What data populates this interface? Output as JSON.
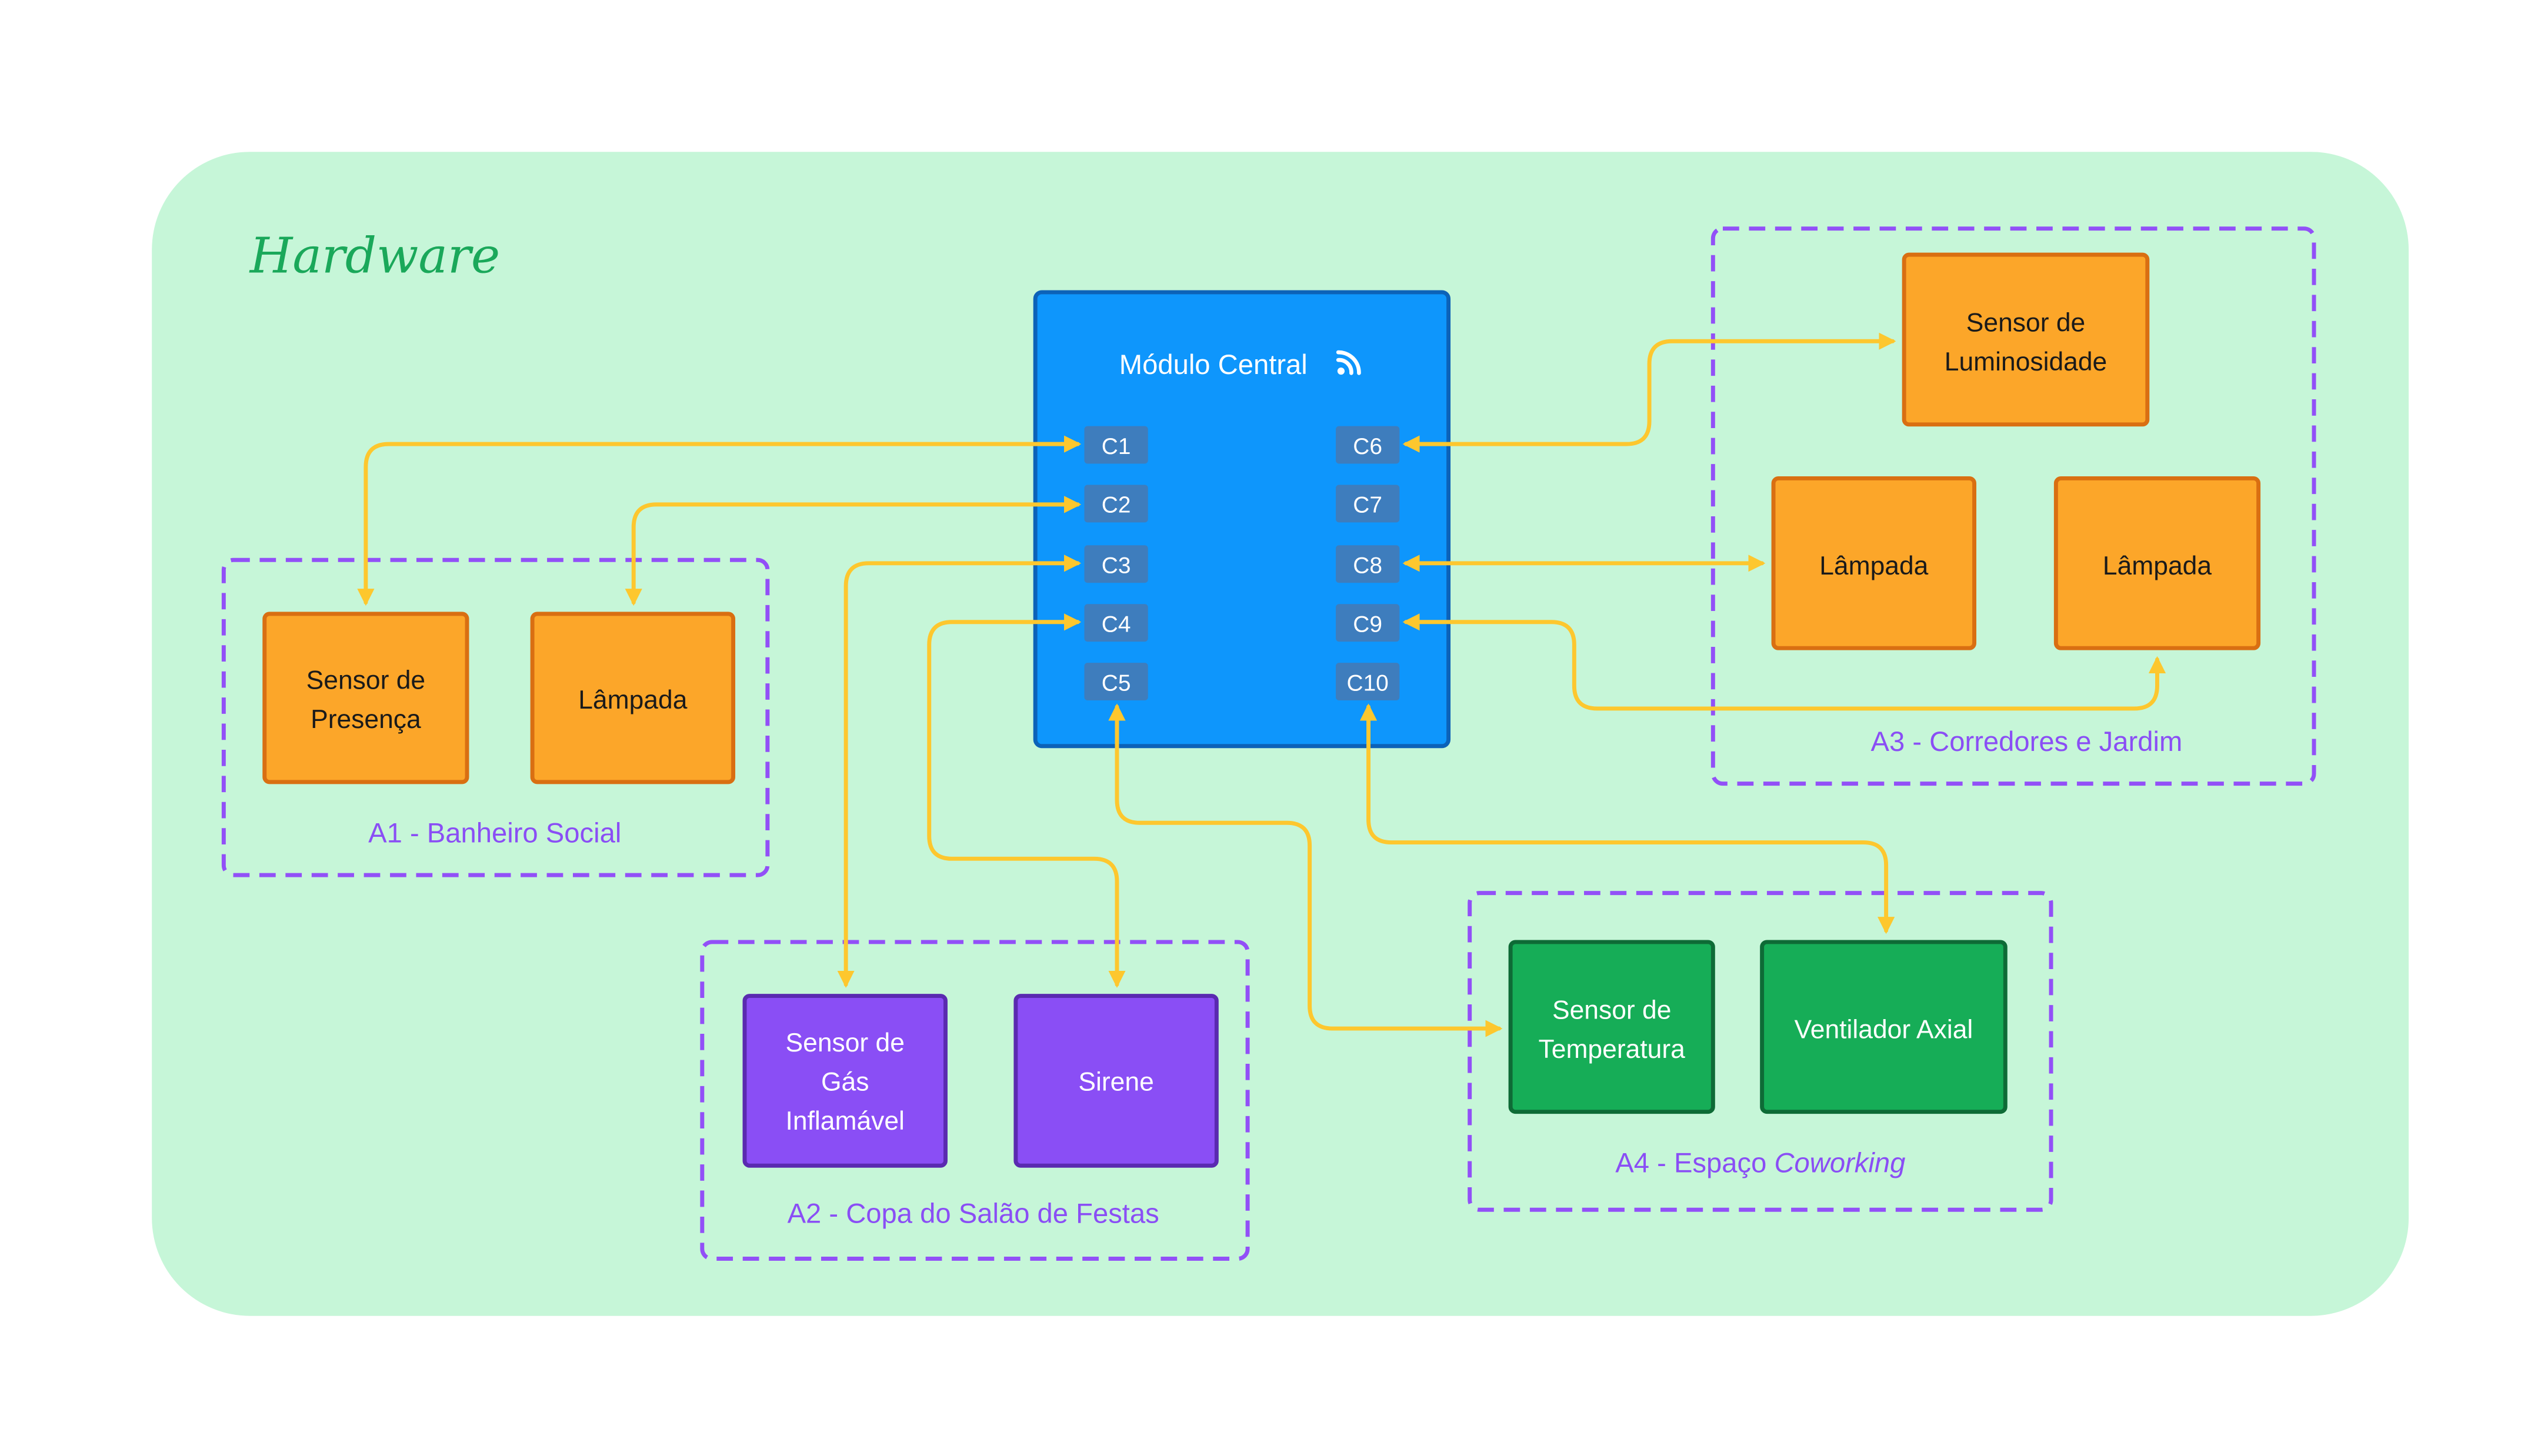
{
  "title": "Hardware",
  "colors": {
    "background_panel": "#c6f6d8",
    "title": "#1aa85a",
    "module": "#0e96fc",
    "module_border": "#0c62b8",
    "port": "#3e7dbd",
    "connector": "#fdc72e",
    "zone_border": "#9250f7",
    "zone_label": "#8a4ef5",
    "device_orange": "#fca629",
    "device_purple": "#8a4ef5",
    "device_green": "#16ad57"
  },
  "module": {
    "label": "Módulo Central",
    "icon": "rss-wifi-icon",
    "ports_left": [
      "C1",
      "C2",
      "C3",
      "C4",
      "C5"
    ],
    "ports_right": [
      "C6",
      "C7",
      "C8",
      "C9",
      "C10"
    ]
  },
  "zones": {
    "a1": {
      "label": "A1 - Banheiro Social"
    },
    "a2": {
      "label": "A2 - Copa do Salão de Festas"
    },
    "a3": {
      "label": "A3 - Corredores e Jardim"
    },
    "a4": {
      "label_prefix": "A4 - Espaço ",
      "label_italic": "Coworking"
    }
  },
  "devices": {
    "a1_sensor": {
      "lines": [
        "Sensor de",
        "Presença"
      ]
    },
    "a1_lamp": {
      "lines": [
        "Lâmpada"
      ]
    },
    "a2_gas": {
      "lines": [
        "Sensor de",
        "Gás",
        "Inflamável"
      ]
    },
    "a2_siren": {
      "lines": [
        "Sirene"
      ]
    },
    "a3_light_sensor": {
      "lines": [
        "Sensor de",
        "Luminosidade"
      ]
    },
    "a3_lamp_1": {
      "lines": [
        "Lâmpada"
      ]
    },
    "a3_lamp_2": {
      "lines": [
        "Lâmpada"
      ]
    },
    "a4_temp": {
      "lines": [
        "Sensor de",
        "Temperatura"
      ]
    },
    "a4_fan": {
      "lines": [
        "Ventilador Axial"
      ]
    }
  },
  "connections": [
    {
      "from": "C1",
      "to": "Sensor de Presença"
    },
    {
      "from": "C2",
      "to": "Lâmpada (A1)"
    },
    {
      "from": "C3",
      "to": "Sensor de Gás Inflamável"
    },
    {
      "from": "C4",
      "to": "Sirene"
    },
    {
      "from": "C5",
      "to": "Sensor de Temperatura"
    },
    {
      "from": "C6",
      "to": "Sensor de Luminosidade"
    },
    {
      "from": "C8",
      "to": "Lâmpada (A3)"
    },
    {
      "from": "C9",
      "to": "Lâmpada (A3, direita)"
    },
    {
      "from": "C10",
      "to": "Ventilador Axial"
    }
  ]
}
